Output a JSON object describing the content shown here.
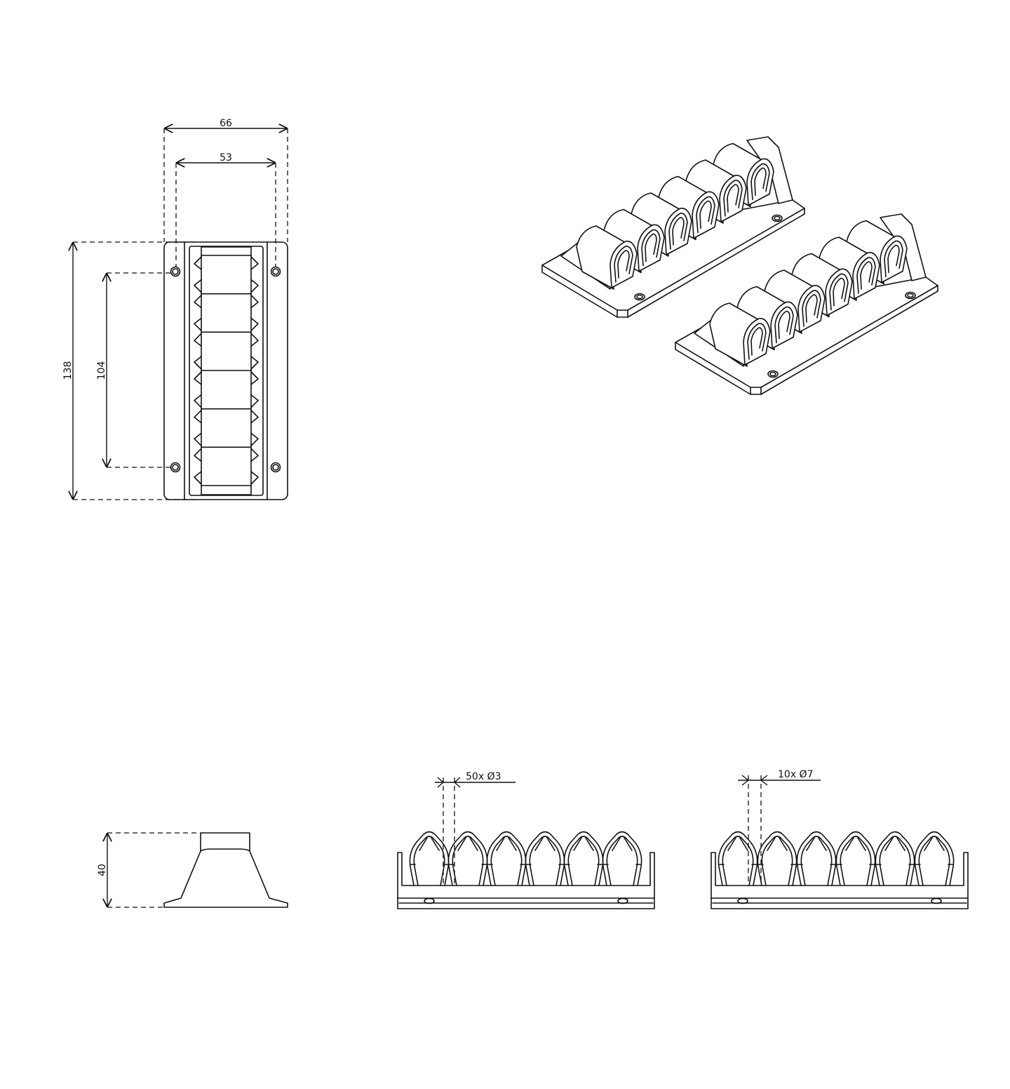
{
  "drawing": {
    "top_view": {
      "width_outer": "66",
      "width_holes": "53",
      "length_outer": "138",
      "length_holes": "104",
      "clip_count": 6
    },
    "side_view": {
      "height": "40"
    },
    "front_view_a": {
      "callout": "50x Ø3",
      "loop_count": 6
    },
    "front_view_b": {
      "callout": "10x Ø7",
      "loop_count": 6
    },
    "isometric": {
      "tray_count": 2,
      "clips_per_tray": 6
    }
  },
  "colors": {
    "line": "#111111",
    "background": "#ffffff"
  }
}
